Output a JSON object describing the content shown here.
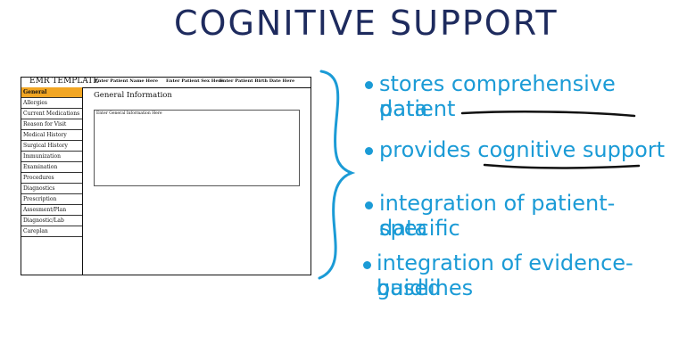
{
  "slide": {
    "title": "COGNITIVE SUPPORT"
  },
  "emr": {
    "title": "EMR TEMPLATE",
    "header_fields": [
      "Enter Patient Name Here",
      "Enter Patient Sex Here",
      "Enter Patient Birth Date Here"
    ],
    "sidebar_items": [
      "General",
      "Allergies",
      "Current Medications",
      "Reason for Visit",
      "Medical History",
      "Surgical History",
      "Immunization",
      "Examination",
      "Procedures",
      "Diagnostics",
      "Prescription",
      "Assesment/Plan",
      "Diagnostic/Lab",
      "Careplan"
    ],
    "active_item": "General",
    "section_title": "General Information",
    "info_placeholder": "Enter General Information Here"
  },
  "bullets": [
    {
      "line1": "stores comprehensive patient",
      "line2": "data"
    },
    {
      "line1": "provides cognitive support",
      "line2": ""
    },
    {
      "line1": "integration of patient-specific",
      "line2": "data"
    },
    {
      "line1": "integration of evidence-based",
      "line2": "guidlines"
    }
  ],
  "colors": {
    "title": "#1e2b5e",
    "bullets": "#1b9bd6",
    "active_tab": "#f2a623",
    "underline": "#111111"
  }
}
